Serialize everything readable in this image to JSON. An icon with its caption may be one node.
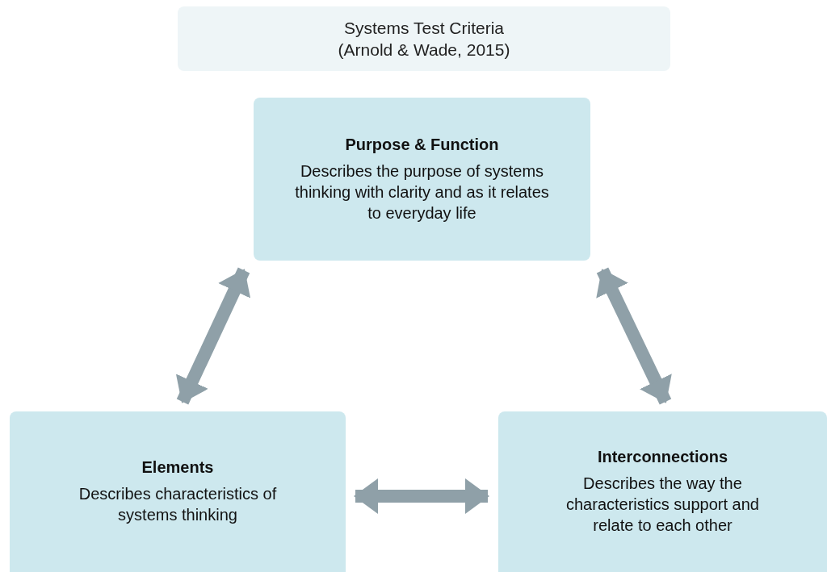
{
  "diagram": {
    "title": "Systems Test Criteria",
    "labels": [
      "(Arnold & Wade, 2015)"
    ],
    "nodes": [
      {
        "text": [
          "Purpose & Function",
          "Describes the purpose of systems thinking with clarity and as it relates to everyday life"
        ]
      },
      {
        "text": [
          "Elements",
          "Describes characteristics of systems thinking"
        ]
      },
      {
        "text": [
          "Interconnections",
          "Describes the way the characteristics support and relate to each other"
        ]
      }
    ],
    "edges": [
      {
        "from": 0,
        "to": 1,
        "arrow": "both"
      },
      {
        "from": 0,
        "to": 2,
        "arrow": "both"
      },
      {
        "from": 1,
        "to": 2,
        "arrow": "both"
      }
    ]
  }
}
